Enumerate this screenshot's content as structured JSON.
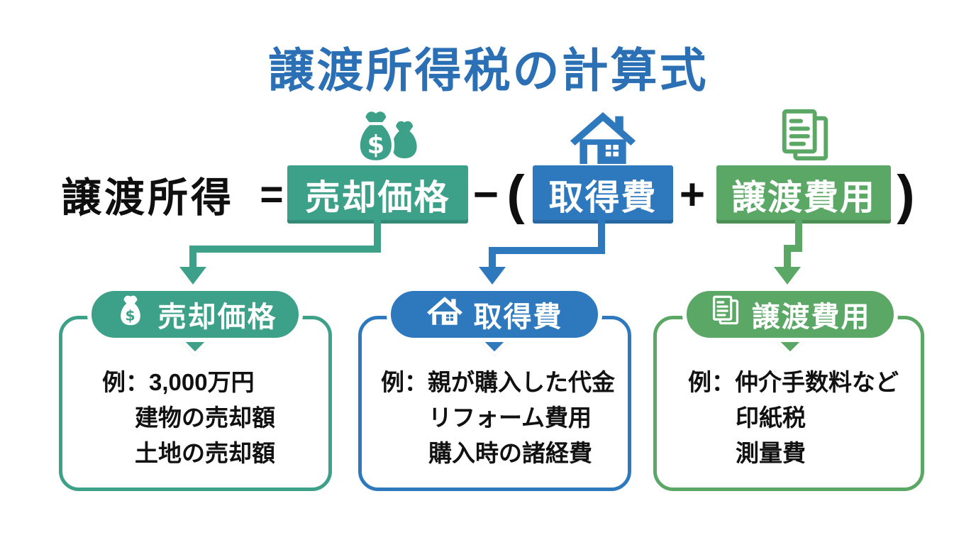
{
  "page": {
    "title": "譲渡所得税の計算式"
  },
  "colors": {
    "title_blue": "#2B70B5",
    "teal": "#3DA189",
    "blue": "#2E79BD",
    "green": "#5BA765",
    "text_dark": "#111111"
  },
  "formula": {
    "result_label": "譲渡所得",
    "equals_sign": "=",
    "minus_sign": "−",
    "open_paren": "(",
    "plus_sign": "+",
    "close_paren": ")",
    "terms": [
      {
        "label": "売却価格",
        "icon": "money-bags-icon",
        "color": "#3DA189"
      },
      {
        "label": "取得費",
        "icon": "house-icon",
        "color": "#2E79BD"
      },
      {
        "label": "譲渡費用",
        "icon": "documents-icon",
        "color": "#5BA765"
      }
    ]
  },
  "cards": [
    {
      "title": "売却価格",
      "icon": "money-bag-icon",
      "color": "#3DA189",
      "example_lines": [
        "例：3,000万円",
        "建物の売却額",
        "土地の売却額"
      ]
    },
    {
      "title": "取得費",
      "icon": "house-icon",
      "color": "#2E79BD",
      "example_lines": [
        "例：親が購入した代金",
        "リフォーム費用",
        "購入時の諸経費"
      ]
    },
    {
      "title": "譲渡費用",
      "icon": "documents-icon",
      "color": "#5BA765",
      "example_lines": [
        "例：仲介手数料など",
        "印紙税",
        "測量費"
      ]
    }
  ]
}
